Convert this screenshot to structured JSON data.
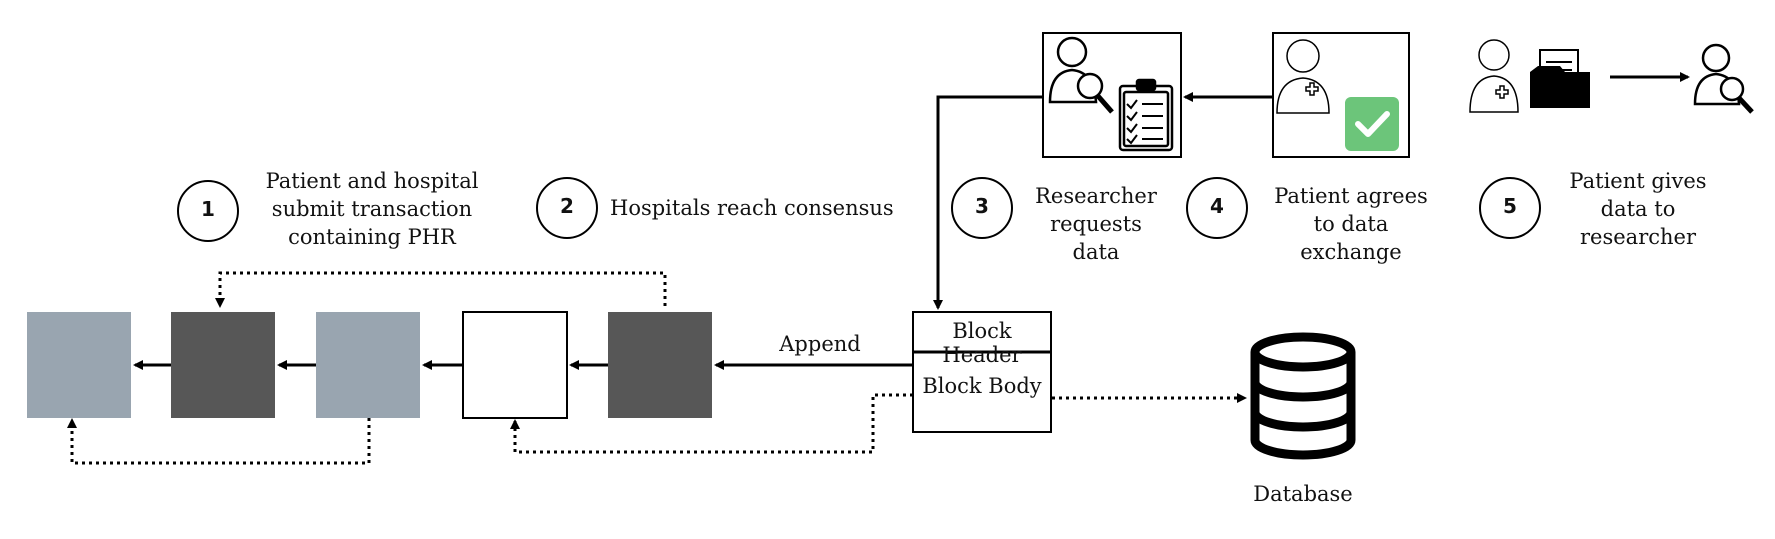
{
  "steps": [
    {
      "number": "1",
      "label": "Patient and hospital submit transaction containing PHR"
    },
    {
      "number": "2",
      "label": "Hospitals reach consensus"
    },
    {
      "number": "3",
      "label": "Researcher requests data"
    },
    {
      "number": "4",
      "label": "Patient agrees to data exchange"
    },
    {
      "number": "5",
      "label": "Patient gives data to researcher"
    }
  ],
  "block": {
    "header": "Block Header",
    "body": "Block Body"
  },
  "append_label": "Append",
  "database_label": "Database",
  "colors": {
    "gray_block": "#99a5b0",
    "dark_block": "#575757",
    "white_block": "#ffffff",
    "check_green": "#6cc57a",
    "stroke": "#000000"
  }
}
